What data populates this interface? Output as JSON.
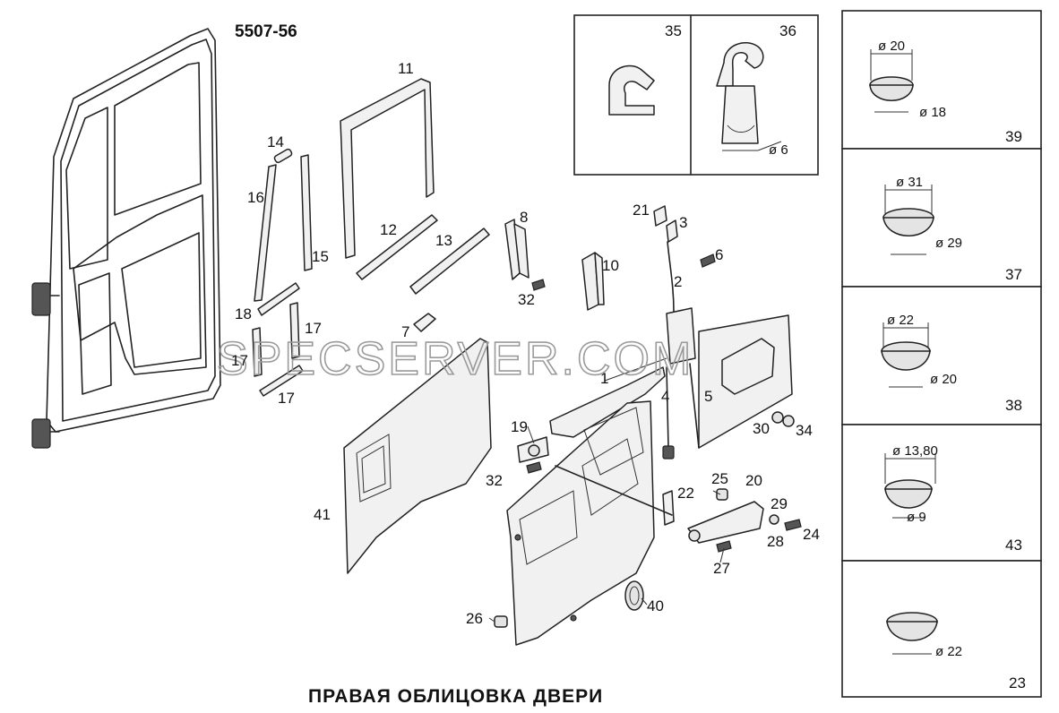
{
  "header": {
    "code": "5507-56"
  },
  "footer": {
    "title": "ПРАВАЯ ОБЛИЦОВКА ДВЕРИ"
  },
  "watermark": "SPECSERVER.COM",
  "callouts": {
    "c1": "1",
    "c2": "2",
    "c3": "3",
    "c4": "4",
    "c5": "5",
    "c6": "6",
    "c7": "7",
    "c8": "8",
    "c10": "10",
    "c11": "11",
    "c12": "12",
    "c13": "13",
    "c14": "14",
    "c15": "15",
    "c16": "16",
    "c17a": "17",
    "c17b": "17",
    "c17c": "17",
    "c18": "18",
    "c19": "19",
    "c20": "20",
    "c21": "21",
    "c22": "22",
    "c24": "24",
    "c25": "25",
    "c26": "26",
    "c27": "27",
    "c28": "28",
    "c29": "29",
    "c30": "30",
    "c32a": "32",
    "c32b": "32",
    "c34": "34",
    "c40": "40",
    "c41": "41"
  },
  "inset": {
    "left_number": "35",
    "right_number": "36",
    "right_dim": "ø 6"
  },
  "plugs": [
    {
      "number": "39",
      "dim_top": "ø 20",
      "dim_bottom": "ø 18"
    },
    {
      "number": "37",
      "dim_top": "ø 31",
      "dim_bottom": "ø 29"
    },
    {
      "number": "38",
      "dim_top": "ø 22",
      "dim_bottom": "ø 20"
    },
    {
      "number": "43",
      "dim_top": "ø 13,80",
      "dim_bottom": "ø 9"
    },
    {
      "number": "23",
      "dim_top": "",
      "dim_bottom": "ø 22"
    }
  ]
}
